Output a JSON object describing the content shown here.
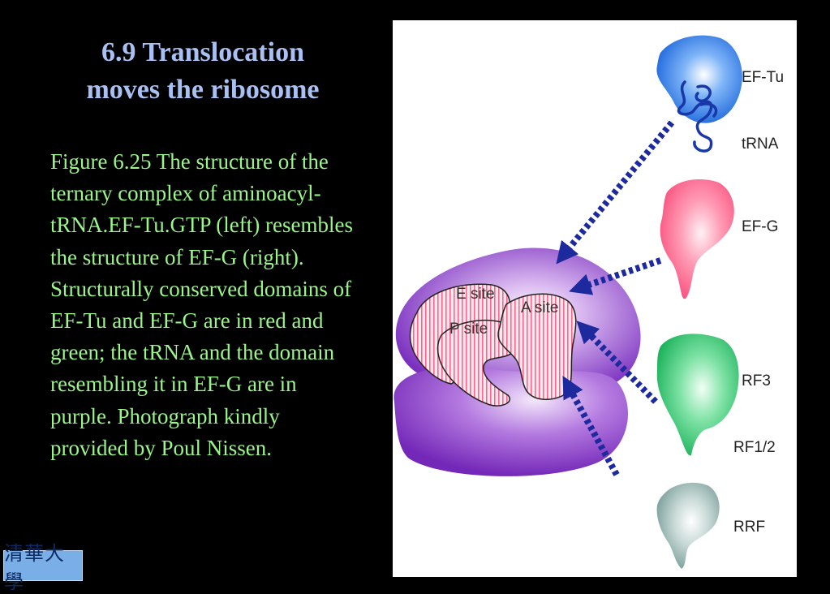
{
  "title": {
    "line1": "6.9 Translocation",
    "line2": "moves the ribosome"
  },
  "caption": "Figure 6.25 The structure of the ternary complex of aminoacyl-tRNA.EF-Tu.GTP (left) resembles the structure of EF-G (right). Structurally conserved domains of EF-Tu and EF-G are in red and green; the tRNA and the domain resembling it in EF-G are in purple. Photograph kindly provided by Poul Nissen.",
  "logo_text": "清華大學",
  "figure": {
    "sites": {
      "e_site": "E site",
      "p_site": "P site",
      "a_site": "A site"
    },
    "factors": {
      "ef_tu": "EF-Tu",
      "trna": "tRNA",
      "ef_g": "EF-G",
      "rf3": "RF3",
      "rf12": "RF1/2",
      "rrf": "RRF"
    },
    "colors": {
      "ef_tu": "#2f7ee8",
      "ef_g": "#ff6f96",
      "rf3": "#2fc06c",
      "rrf": "#8fb0ac",
      "ribosome": "#8a3fc8",
      "arrows": "#1d2a9e"
    }
  }
}
